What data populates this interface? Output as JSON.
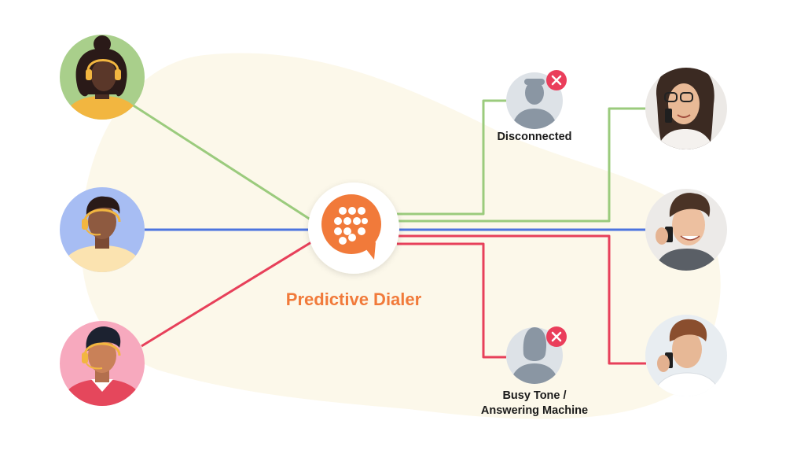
{
  "title": "Predictive Dialer",
  "colors": {
    "accent": "#F17A3A",
    "background_blob": "#FCF8EA",
    "line_green": "#9BCB7D",
    "line_blue": "#4D74DF",
    "line_red": "#E7405A",
    "fail_badge": "#EA3E5B",
    "silhouette": "#8A96A3"
  },
  "agents": [
    {
      "name": "agent-1",
      "bg_color": "#A9CF8B",
      "line_color": "green"
    },
    {
      "name": "agent-2",
      "bg_color": "#A7BDF3",
      "line_color": "blue"
    },
    {
      "name": "agent-3",
      "bg_color": "#F7A9BE",
      "line_color": "red"
    }
  ],
  "outcomes": {
    "disconnected": {
      "label": "Disconnected",
      "icon": "close-icon"
    },
    "busy": {
      "label_line1": "Busy Tone /",
      "label_line2": "Answering Machine",
      "icon": "close-icon"
    }
  },
  "customers": [
    {
      "name": "customer-1",
      "line_color": "green"
    },
    {
      "name": "customer-2",
      "line_color": "blue"
    },
    {
      "name": "customer-3",
      "line_color": "red"
    }
  ],
  "hub_icon": "dialpad-chat-icon"
}
